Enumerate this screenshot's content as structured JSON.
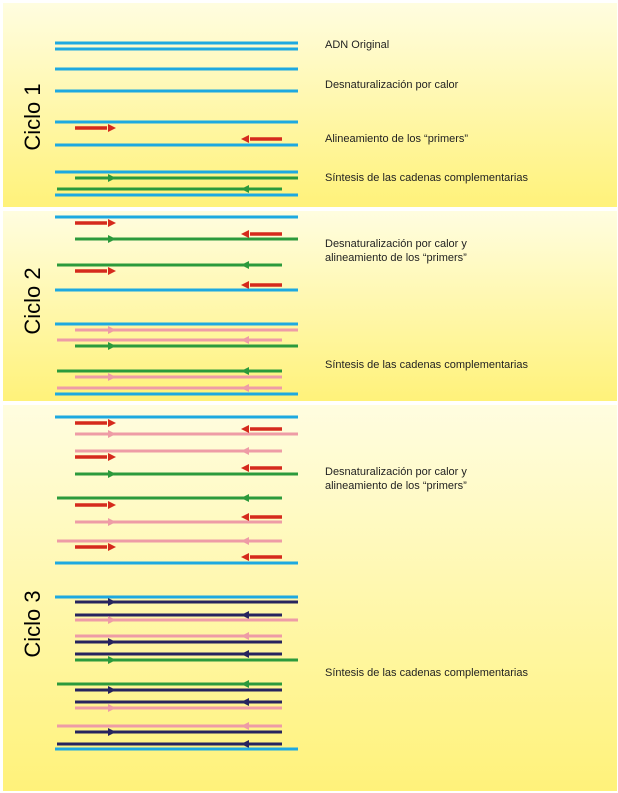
{
  "colors": {
    "original": "#1ea9e0",
    "synth1": "#2c9a3c",
    "synth2": "#ee9ca6",
    "synth3": "#27245e",
    "primer": "#d52a1c",
    "band_top": "#fffde0",
    "band_bottom": "#fff27a"
  },
  "cycles": [
    {
      "label": "Ciclo 1",
      "steps": [
        {
          "lines": [
            "ADN Original"
          ]
        },
        {
          "lines": [
            "Desnaturalización  por calor"
          ]
        },
        {
          "lines": [
            "Alineamiento de los “primers”"
          ]
        },
        {
          "lines": [
            "Síntesis de las cadenas complementarias"
          ]
        }
      ]
    },
    {
      "label": "Ciclo 2",
      "steps": [
        {
          "lines": [
            "Desnaturalización por calor y",
            "alineamiento de los “primers”"
          ]
        },
        {
          "lines": [
            "Síntesis de las cadenas complementarias"
          ]
        }
      ]
    },
    {
      "label": "Ciclo 3",
      "steps": [
        {
          "lines": [
            "Desnaturalización por calor y",
            "alineamiento de los “primers”"
          ]
        },
        {
          "lines": [
            "Síntesis de las cadenas complementarias"
          ]
        }
      ]
    }
  ]
}
